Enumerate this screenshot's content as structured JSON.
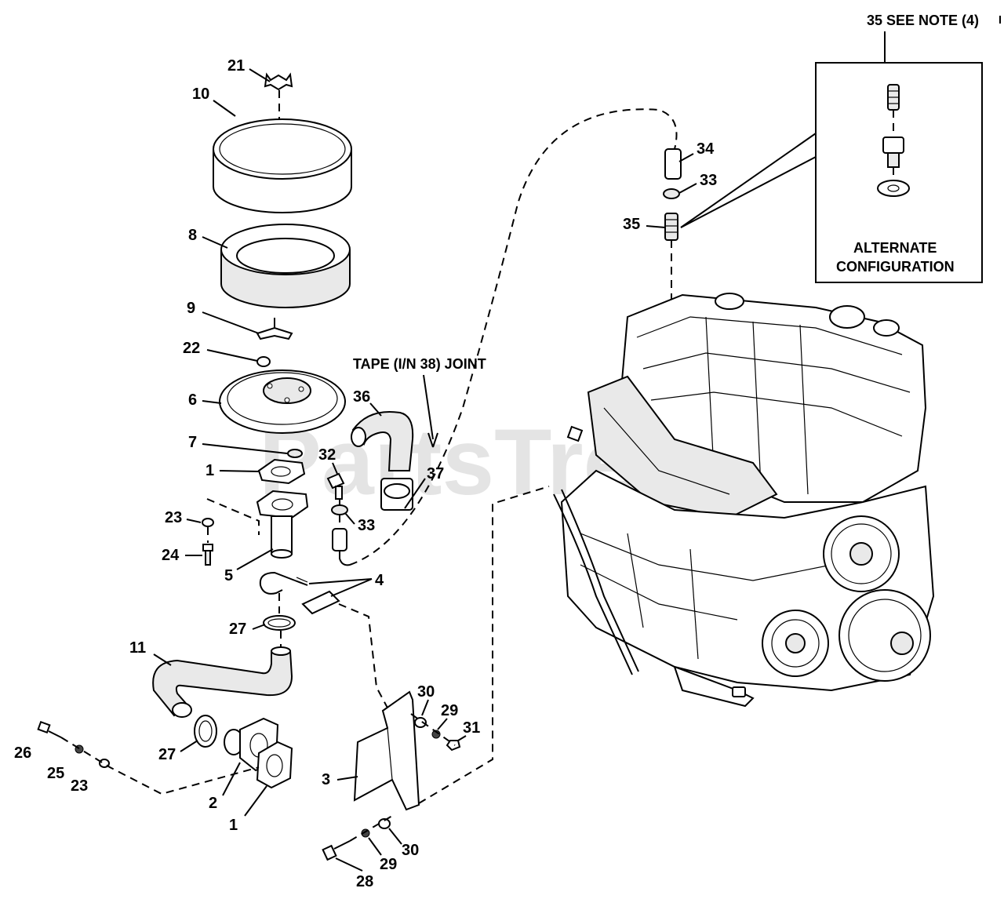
{
  "header": {
    "note_label": "35 SEE NOTE (4)"
  },
  "inset": {
    "title_line1": "ALTERNATE",
    "title_line2": "CONFIGURATION"
  },
  "annotations": {
    "tape_joint": "TAPE (I/N 38) JOINT"
  },
  "watermark": {
    "text": "PartsTree"
  },
  "callouts": {
    "c21": "21",
    "c10": "10",
    "c8": "8",
    "c9": "9",
    "c22": "22",
    "c6": "6",
    "c7": "7",
    "c1a": "1",
    "c23a": "23",
    "c24": "24",
    "c5": "5",
    "c32": "32",
    "c33a": "33",
    "c36": "36",
    "c37": "37",
    "c4": "4",
    "c27a": "27",
    "c11": "11",
    "c26": "26",
    "c25": "25",
    "c23b": "23",
    "c27b": "27",
    "c2": "2",
    "c1b": "1",
    "c3": "3",
    "c30a": "30",
    "c29a": "29",
    "c31": "31",
    "c28": "28",
    "c29b": "29",
    "c30b": "30",
    "c34": "34",
    "c33b": "33",
    "c35": "35"
  }
}
